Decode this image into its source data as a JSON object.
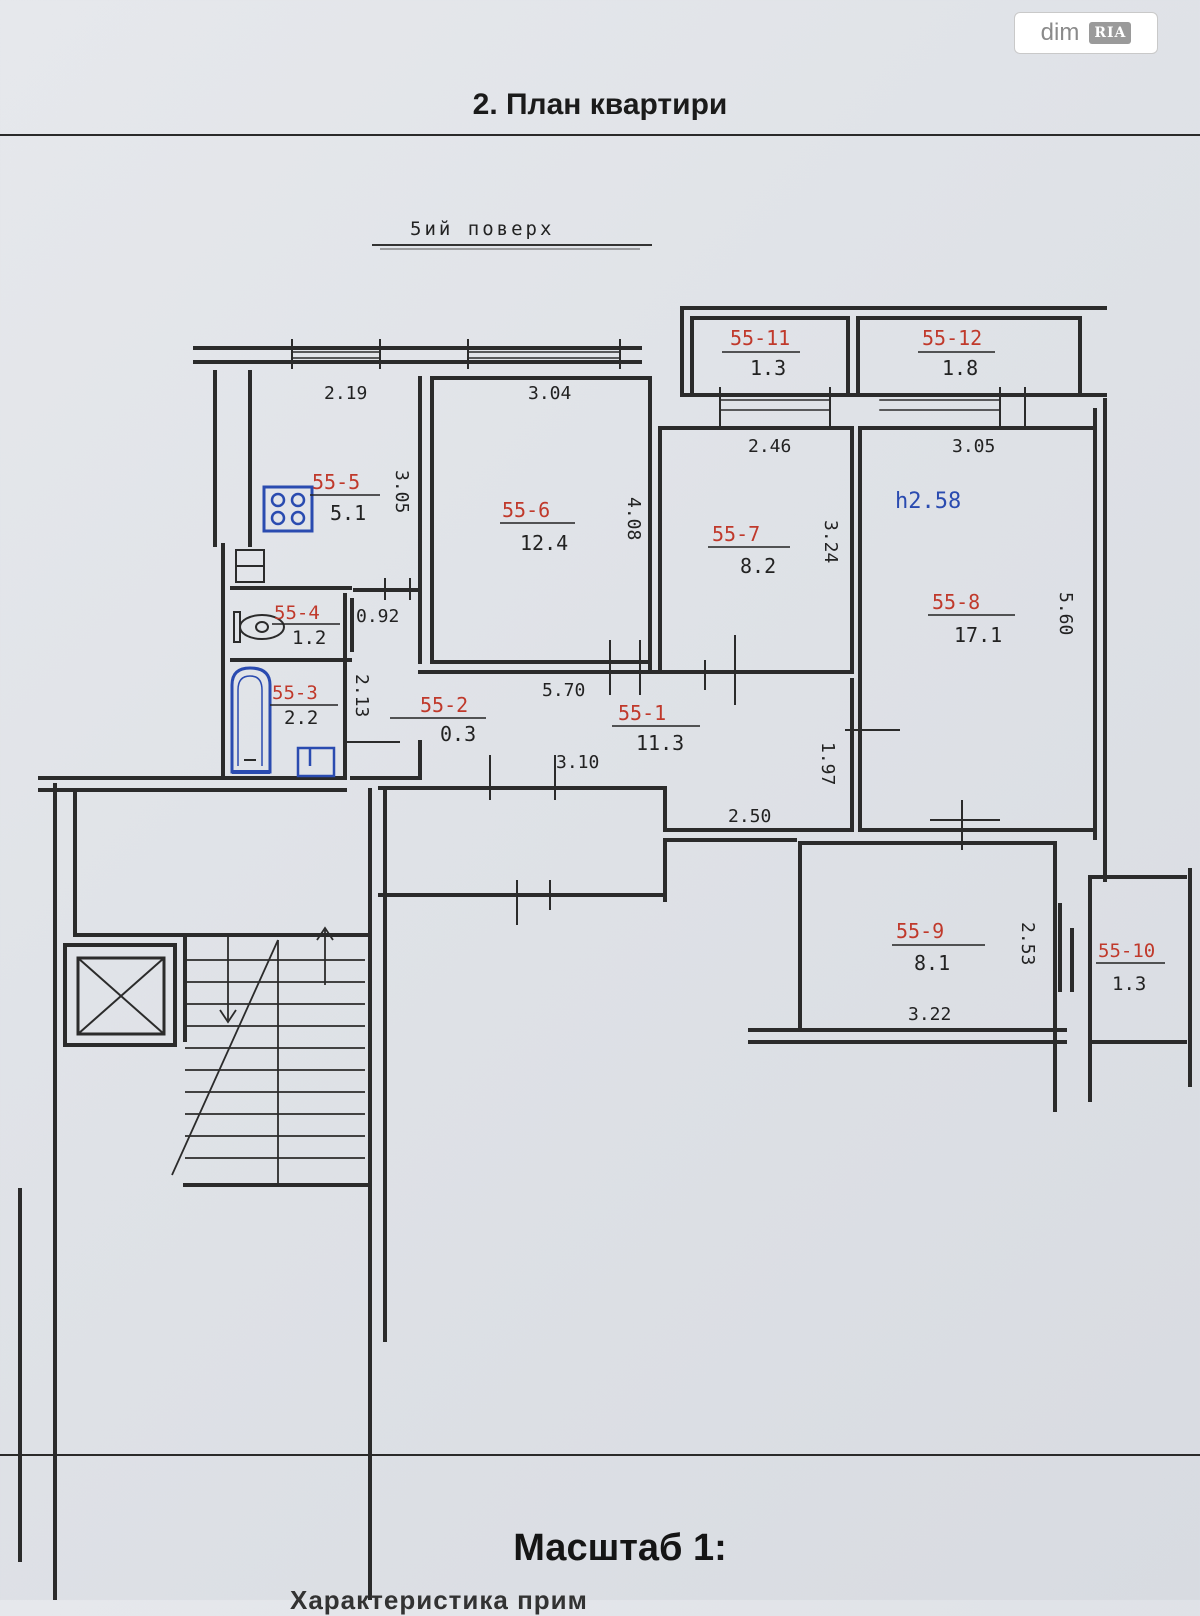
{
  "header": {
    "title": "2. План квартири",
    "watermark": {
      "left": "dim",
      "right": "RIA"
    }
  },
  "floor_label": "5ий поверх",
  "ceiling_height": "h2.58",
  "rooms": [
    {
      "code": "55-1",
      "area": "11.3"
    },
    {
      "code": "55-2",
      "area": "0.3"
    },
    {
      "code": "55-3",
      "area": "2.2"
    },
    {
      "code": "55-4",
      "area": "1.2"
    },
    {
      "code": "55-5",
      "area": "5.1"
    },
    {
      "code": "55-6",
      "area": "12.4"
    },
    {
      "code": "55-7",
      "area": "8.2"
    },
    {
      "code": "55-8",
      "area": "17.1"
    },
    {
      "code": "55-9",
      "area": "8.1"
    },
    {
      "code": "55-10",
      "area": "1.3"
    },
    {
      "code": "55-11",
      "area": "1.3"
    },
    {
      "code": "55-12",
      "area": "1.8"
    }
  ],
  "dimensions": [
    "2.19",
    "3.04",
    "2.46",
    "3.05",
    "3.05",
    "4.08",
    "3.24",
    "5.60",
    "0.92",
    "2.13",
    "5.70",
    "3.10",
    "1.97",
    "2.50",
    "2.53",
    "3.22"
  ],
  "footer": {
    "scale": "Масштаб 1:",
    "cut_text": "Характеристика прим"
  },
  "colors": {
    "ink": "#2b2b2b",
    "code_red": "#c0392b",
    "blue_mark": "#2a4bb0"
  }
}
